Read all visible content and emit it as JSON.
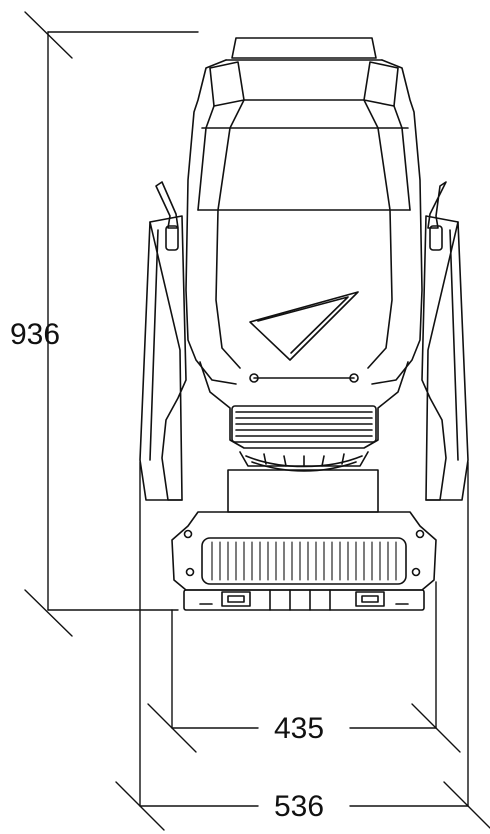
{
  "dimensions": {
    "height": "936",
    "base_width": "435",
    "yoke_width": "536"
  },
  "colors": {
    "line": "#111111",
    "background": "#ffffff"
  }
}
